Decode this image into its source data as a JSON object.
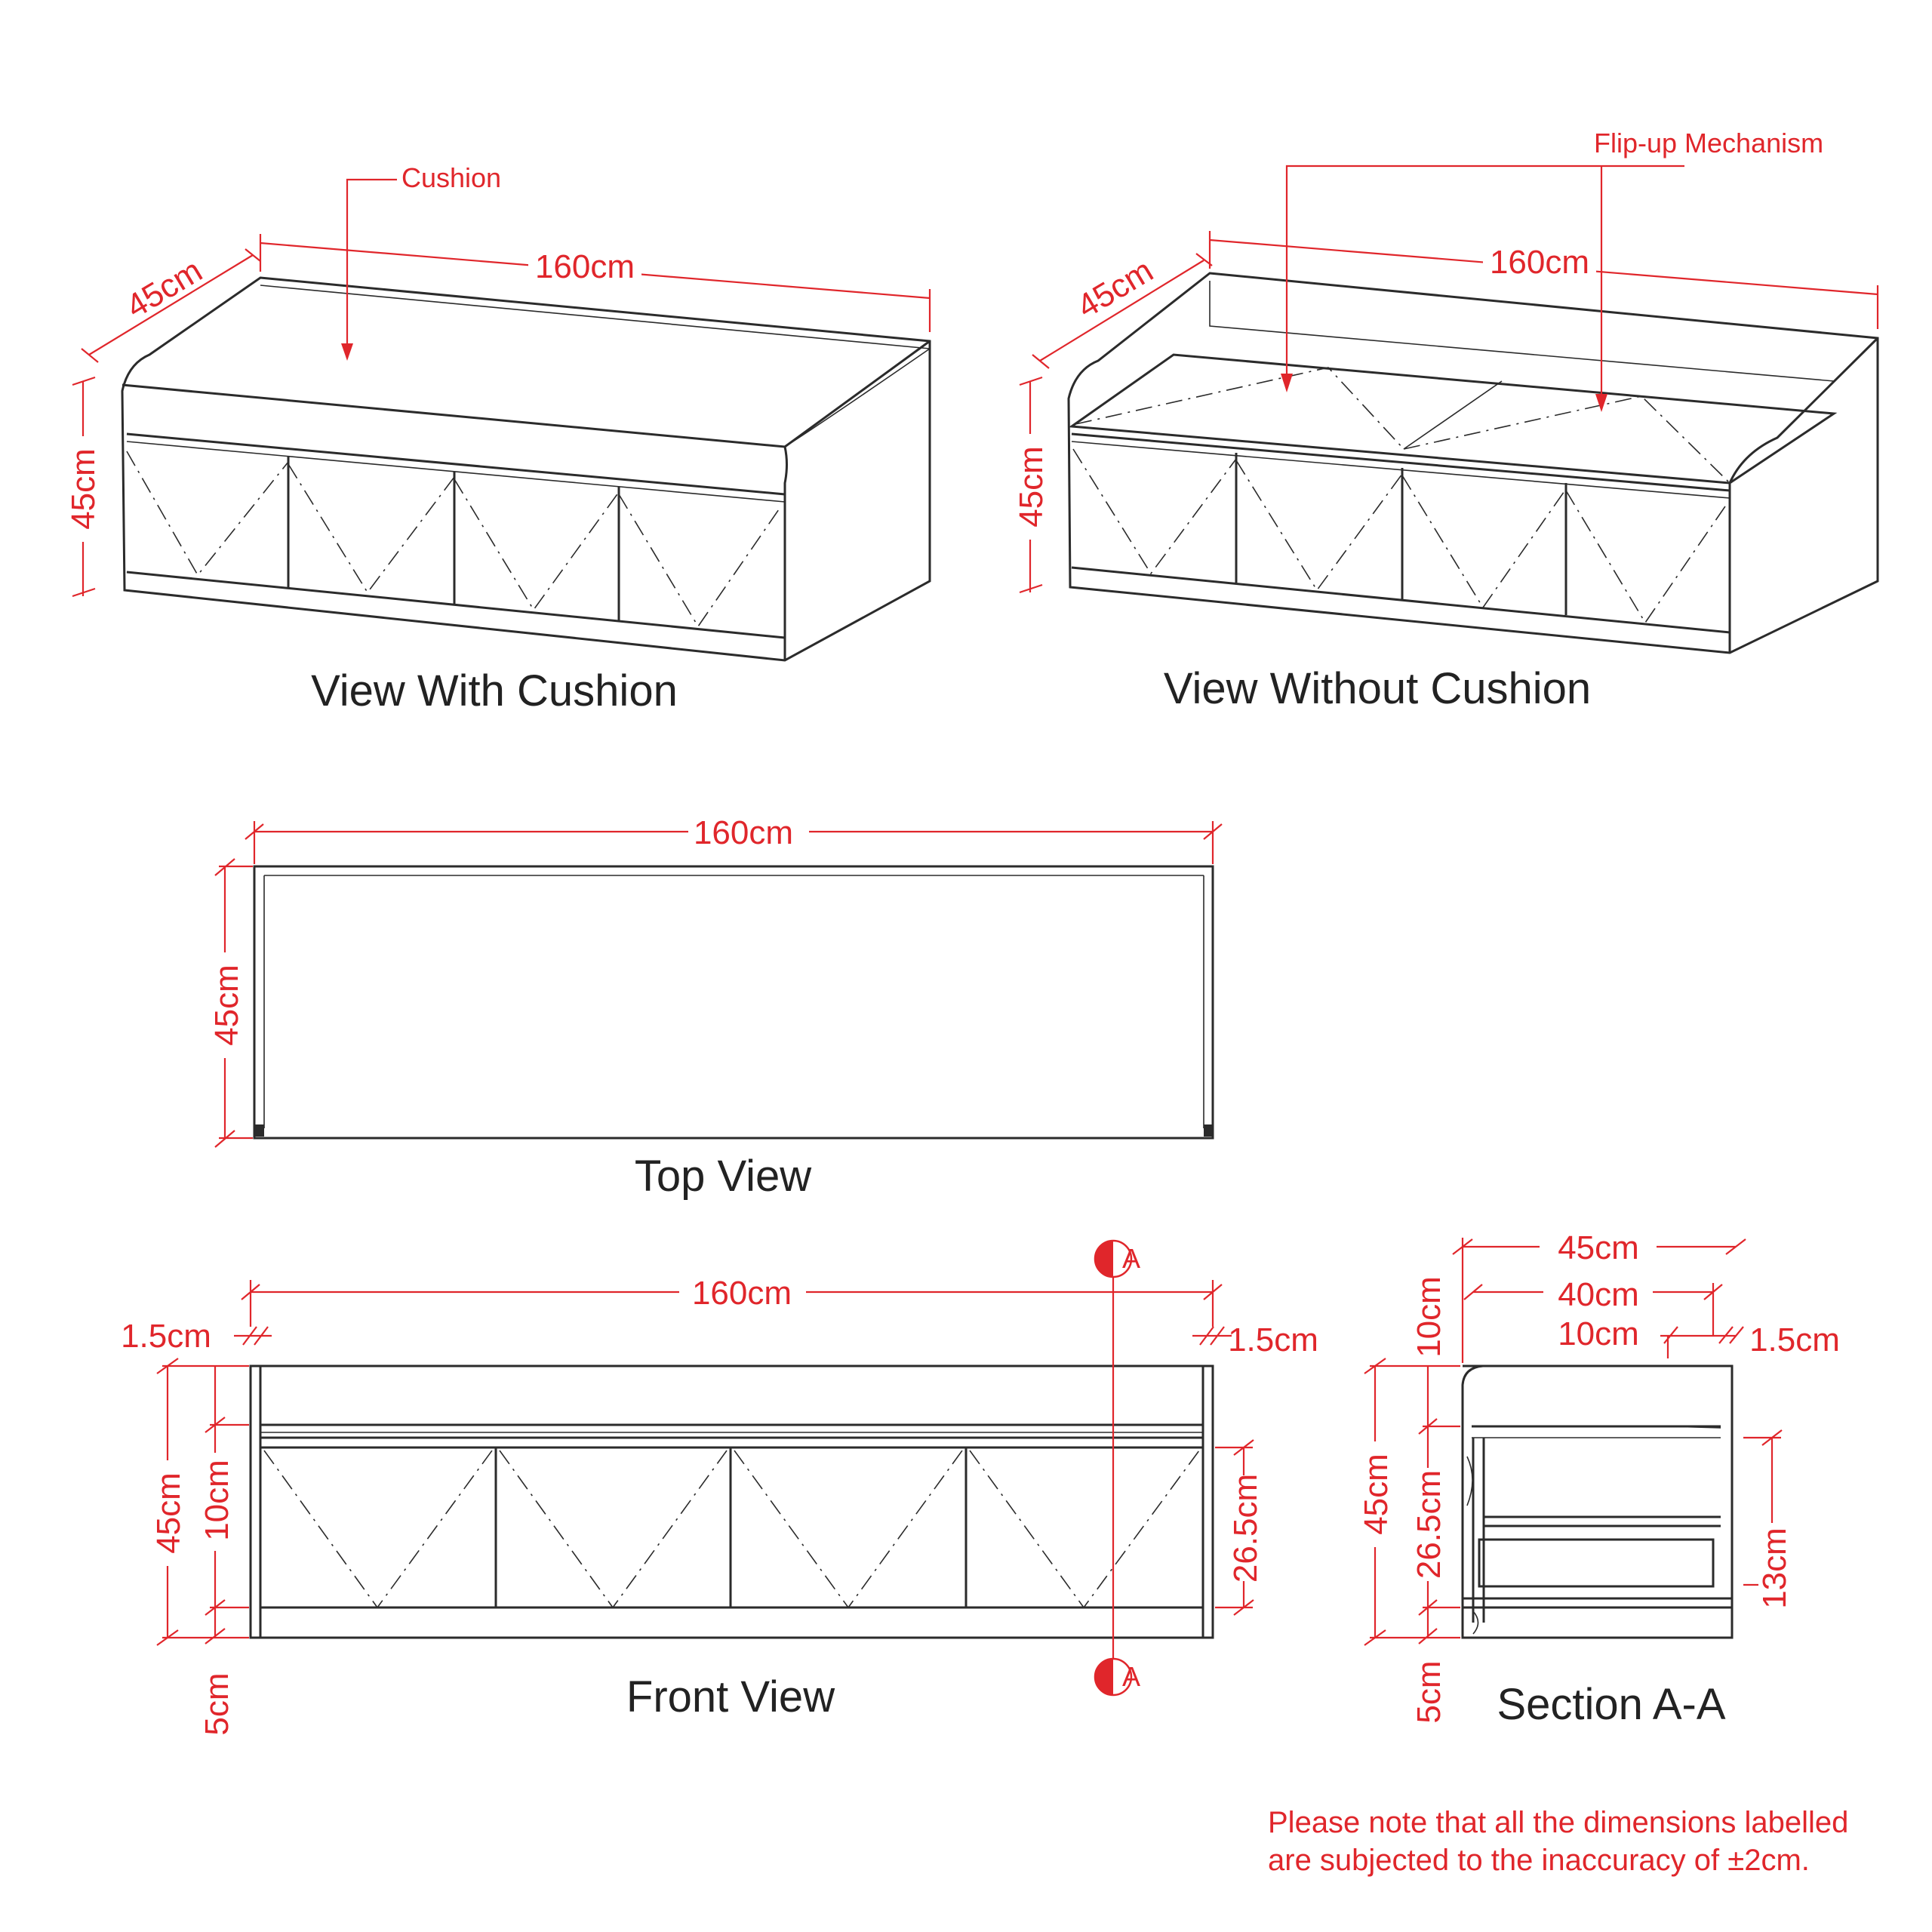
{
  "views": {
    "with_cushion": {
      "title": "View With Cushion",
      "callout": "Cushion",
      "dim_length": "160cm",
      "dim_depth": "45cm",
      "dim_height": "45cm"
    },
    "without_cushion": {
      "title": "View Without Cushion",
      "callout": "Flip-up Mechanism",
      "dim_length": "160cm",
      "dim_depth": "45cm",
      "dim_height": "45cm"
    },
    "top": {
      "title": "Top View",
      "dim_length": "160cm",
      "dim_depth": "45cm"
    },
    "front": {
      "title": "Front View",
      "dim_length": "160cm",
      "dim_side_left": "1.5cm",
      "dim_side_right": "1.5cm",
      "dim_height": "45cm",
      "dim_top": "10cm",
      "dim_drawer": "26.5cm",
      "dim_base": "5cm",
      "section_marker": "A"
    },
    "section": {
      "title": "Section A-A",
      "dim_depth": "45cm",
      "dim_inner": "40cm",
      "dim_top_left": "10cm",
      "dim_top_right": "10cm",
      "dim_side": "1.5cm",
      "dim_height": "45cm",
      "dim_drawer": "26.5cm",
      "dim_drawer_box": "13cm",
      "dim_base": "5cm"
    }
  },
  "note": {
    "line1": "Please note that all the dimensions labelled",
    "line2": "are subjected to the inaccuracy of ±2cm."
  },
  "colors": {
    "dimension": "#e0262b",
    "linework": "#2b2b2b"
  }
}
